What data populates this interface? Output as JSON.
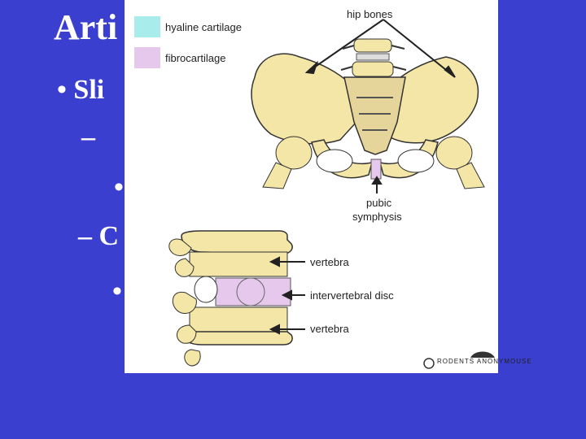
{
  "slide": {
    "title": "Arti",
    "bullet1": "• Sli",
    "bullet2": "–",
    "bullet3": "•",
    "bullet4": "– C",
    "bullet5": "•"
  },
  "figure": {
    "legend": {
      "hyaline": "hyaline cartilage",
      "fibro": "fibrocartilage"
    },
    "labels": {
      "hip_bones": "hip bones",
      "pubic": "pubic",
      "symphysis": "symphysis",
      "vertebra_top": "vertebra",
      "intervertebral_disc": "intervertebral disc",
      "vertebra_bottom": "vertebra"
    },
    "credit": "RODENTS ANONYMOUSE",
    "colors": {
      "bone": "#f3e6a6",
      "hyaline": "#a8ecec",
      "fibro": "#e6c8ec",
      "slide_bg": "#3a3fcf"
    }
  }
}
